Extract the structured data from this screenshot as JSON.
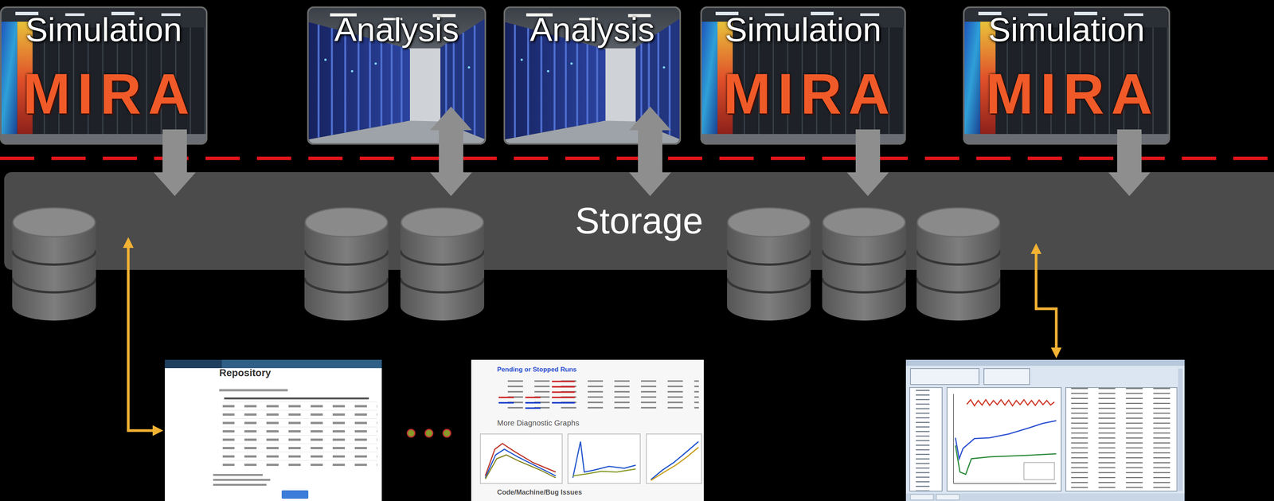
{
  "diagram": {
    "nodes": [
      {
        "text": [
          "Simulation"
        ]
      },
      {
        "text": [
          "Analysis"
        ]
      },
      {
        "text": [
          "Analysis"
        ]
      },
      {
        "text": [
          "Simulation"
        ]
      },
      {
        "text": [
          "Simulation"
        ]
      },
      {
        "text": [
          "Storage"
        ]
      },
      {
        "text": [
          "Repository"
        ]
      },
      {
        "text": [
          "Pending or Stopped Runs",
          "More Diagnostic Graphs",
          "Code/Machine/Bug Issues"
        ]
      },
      {
        "text": []
      }
    ],
    "edges": [
      {
        "from": 0,
        "to": 5,
        "arrow": "to"
      },
      {
        "from": 1,
        "to": 5,
        "arrow": "both"
      },
      {
        "from": 2,
        "to": 5,
        "arrow": "both"
      },
      {
        "from": 3,
        "to": 5,
        "arrow": "to"
      },
      {
        "from": 4,
        "to": 5,
        "arrow": "to"
      },
      {
        "from": 5,
        "to": 6,
        "arrow": "both"
      },
      {
        "from": 5,
        "to": 8,
        "arrow": "both"
      }
    ],
    "labels": [
      "MIRA",
      "MIRA",
      "MIRA"
    ]
  }
}
